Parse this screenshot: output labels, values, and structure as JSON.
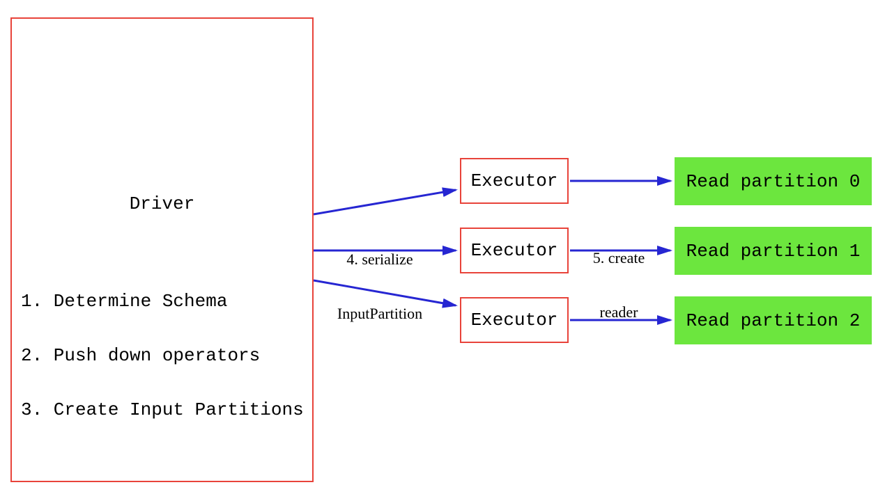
{
  "diagram": {
    "driver": {
      "title": "Driver",
      "steps": [
        "1. Determine Schema",
        "2. Push down operators",
        "3. Create Input Partitions"
      ]
    },
    "executors": [
      {
        "label": "Executor"
      },
      {
        "label": "Executor"
      },
      {
        "label": "Executor"
      }
    ],
    "partitions": [
      {
        "label": "Read partition 0"
      },
      {
        "label": "Read partition 1"
      },
      {
        "label": "Read partition 2"
      }
    ],
    "edge_labels": {
      "serialize": {
        "line1": "4. serialize",
        "line2": "InputPartition"
      },
      "create_reader": {
        "line1": "5. create",
        "line2": "reader"
      }
    }
  },
  "colors": {
    "box_border_red": "#e8433a",
    "arrow_blue": "#2626d2",
    "partition_green": "#6ce63e",
    "background": "#ffffff",
    "text": "#000000"
  }
}
